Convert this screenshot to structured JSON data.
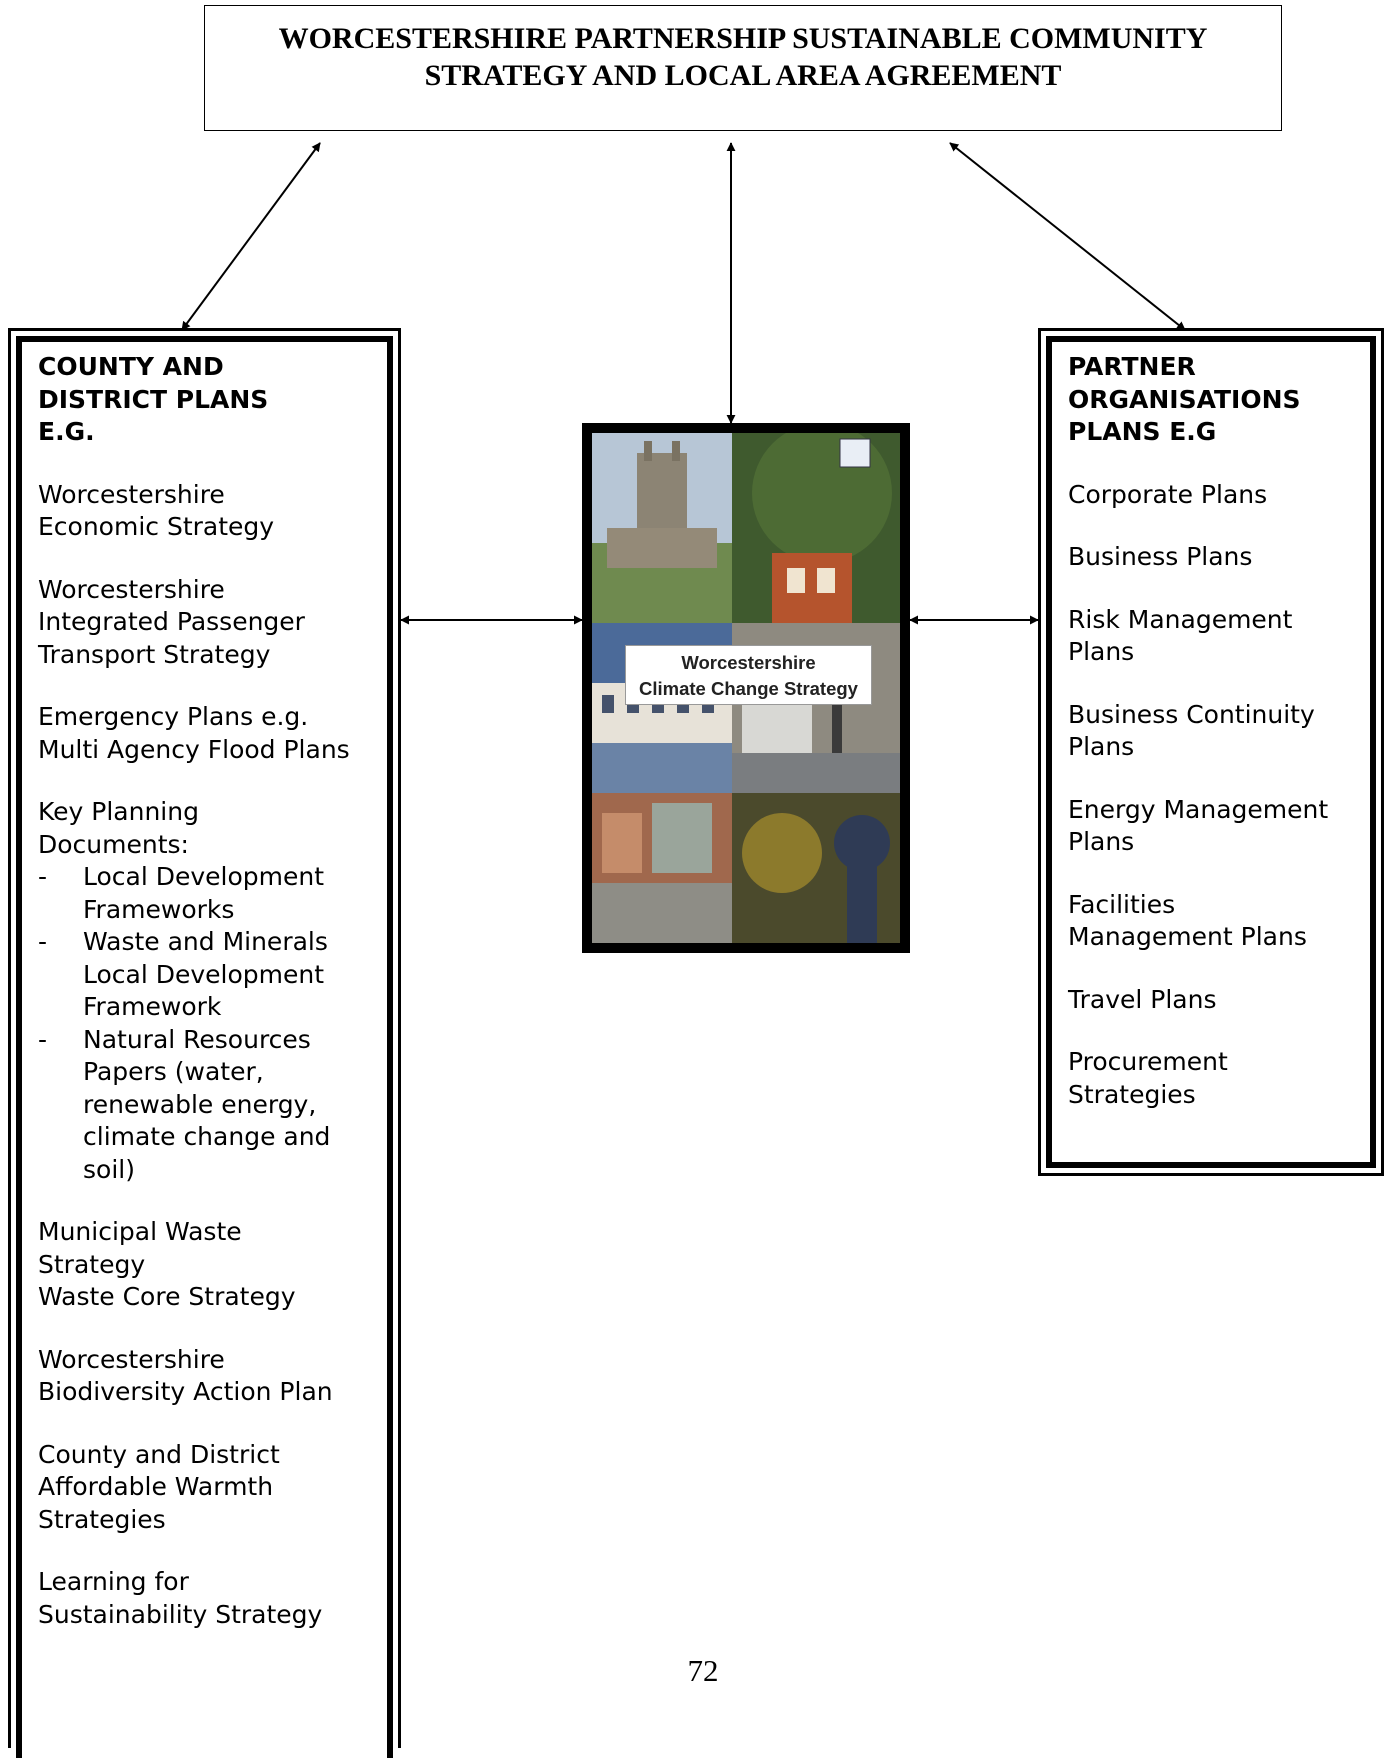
{
  "top": {
    "line1": "WORCESTERSHIRE PARTNERSHIP SUSTAINABLE COMMUNITY",
    "line2": "STRATEGY AND LOCAL AREA AGREEMENT"
  },
  "left": {
    "heading": [
      "COUNTY AND",
      "DISTRICT PLANS",
      "E.G."
    ],
    "items": [
      [
        "Worcestershire",
        "Economic Strategy"
      ],
      [
        "Worcestershire",
        "Integrated Passenger",
        "Transport Strategy"
      ],
      [
        "Emergency Plans e.g.",
        "Multi Agency Flood Plans"
      ]
    ],
    "key_planning": {
      "lines": [
        "Key Planning",
        "Documents:"
      ],
      "bullet_char": "-",
      "bullets": [
        [
          "Local Development",
          "Frameworks"
        ],
        [
          "Waste and Minerals",
          "Local Development",
          "Framework"
        ],
        [
          "Natural Resources",
          "Papers (water,",
          "renewable energy,",
          "climate change and",
          "soil)"
        ]
      ]
    },
    "items_after": [
      [
        "Municipal Waste",
        "Strategy",
        "Waste Core Strategy"
      ],
      [
        "Worcestershire",
        "Biodiversity Action Plan"
      ],
      [
        "County and District",
        "Affordable Warmth",
        "Strategies"
      ],
      [
        "Learning for",
        "Sustainability Strategy"
      ]
    ]
  },
  "right": {
    "heading": [
      "PARTNER",
      "ORGANISATIONS",
      "PLANS E.G"
    ],
    "items": [
      [
        "Corporate Plans"
      ],
      [
        "Business Plans"
      ],
      [
        "Risk Management",
        "Plans"
      ],
      [
        "Business Continuity",
        "Plans"
      ],
      [
        "Energy Management",
        "Plans"
      ],
      [
        "Facilities",
        "Management Plans"
      ],
      [
        "Travel Plans"
      ],
      [
        "Procurement",
        "Strategies"
      ]
    ]
  },
  "center": {
    "title_line1": "Worcestershire",
    "title_line2": "Climate Change Strategy"
  },
  "page_number": "72"
}
